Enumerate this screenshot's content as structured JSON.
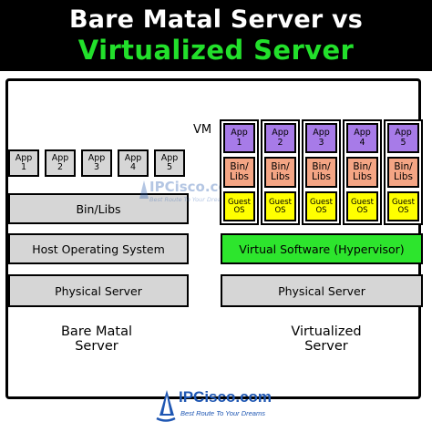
{
  "header": {
    "title_line1": "Bare Matal Server vs",
    "title_line2": "Virtualized Server"
  },
  "bare_metal": {
    "apps": [
      {
        "name": "App",
        "num": "1"
      },
      {
        "name": "App",
        "num": "2"
      },
      {
        "name": "App",
        "num": "3"
      },
      {
        "name": "App",
        "num": "4"
      },
      {
        "name": "App",
        "num": "5"
      }
    ],
    "bin_libs": "Bin/Libs",
    "host_os": "Host Operating System",
    "physical_server": "Physical Server",
    "caption_line1": "Bare Matal",
    "caption_line2": "Server"
  },
  "virtualized": {
    "vm_label": "VM",
    "vms": [
      {
        "app": "App",
        "num": "1",
        "bin1": "Bin/",
        "bin2": "Libs",
        "os1": "Guest",
        "os2": "OS"
      },
      {
        "app": "App",
        "num": "2",
        "bin1": "Bin/",
        "bin2": "Libs",
        "os1": "Guest",
        "os2": "OS"
      },
      {
        "app": "App",
        "num": "3",
        "bin1": "Bin/",
        "bin2": "Libs",
        "os1": "Guest",
        "os2": "OS"
      },
      {
        "app": "App",
        "num": "4",
        "bin1": "Bin/",
        "bin2": "Libs",
        "os1": "Guest",
        "os2": "OS"
      },
      {
        "app": "App",
        "num": "5",
        "bin1": "Bin/",
        "bin2": "Libs",
        "os1": "Guest",
        "os2": "OS"
      }
    ],
    "hypervisor": "Virtual Software (Hypervisor)",
    "physical_server": "Physical Server",
    "caption_line1": "Virtualized",
    "caption_line2": "Server"
  },
  "watermark": {
    "brand": "IPCisco.com",
    "slogan": "Best Route To Your Dreams"
  },
  "logo": {
    "brand": "IPCisco.com",
    "slogan": "Best Route To Your Dreams"
  },
  "colors": {
    "header_bg": "#000000",
    "title_white": "#ffffff",
    "title_green": "#22e02b",
    "layer_gray": "#d6d6d6",
    "hypervisor_green": "#2de52d",
    "app_purple": "#a77be8",
    "libs_salmon": "#f4a584",
    "guest_os_yellow": "#ffff00",
    "logo_blue": "#1f57b3"
  }
}
